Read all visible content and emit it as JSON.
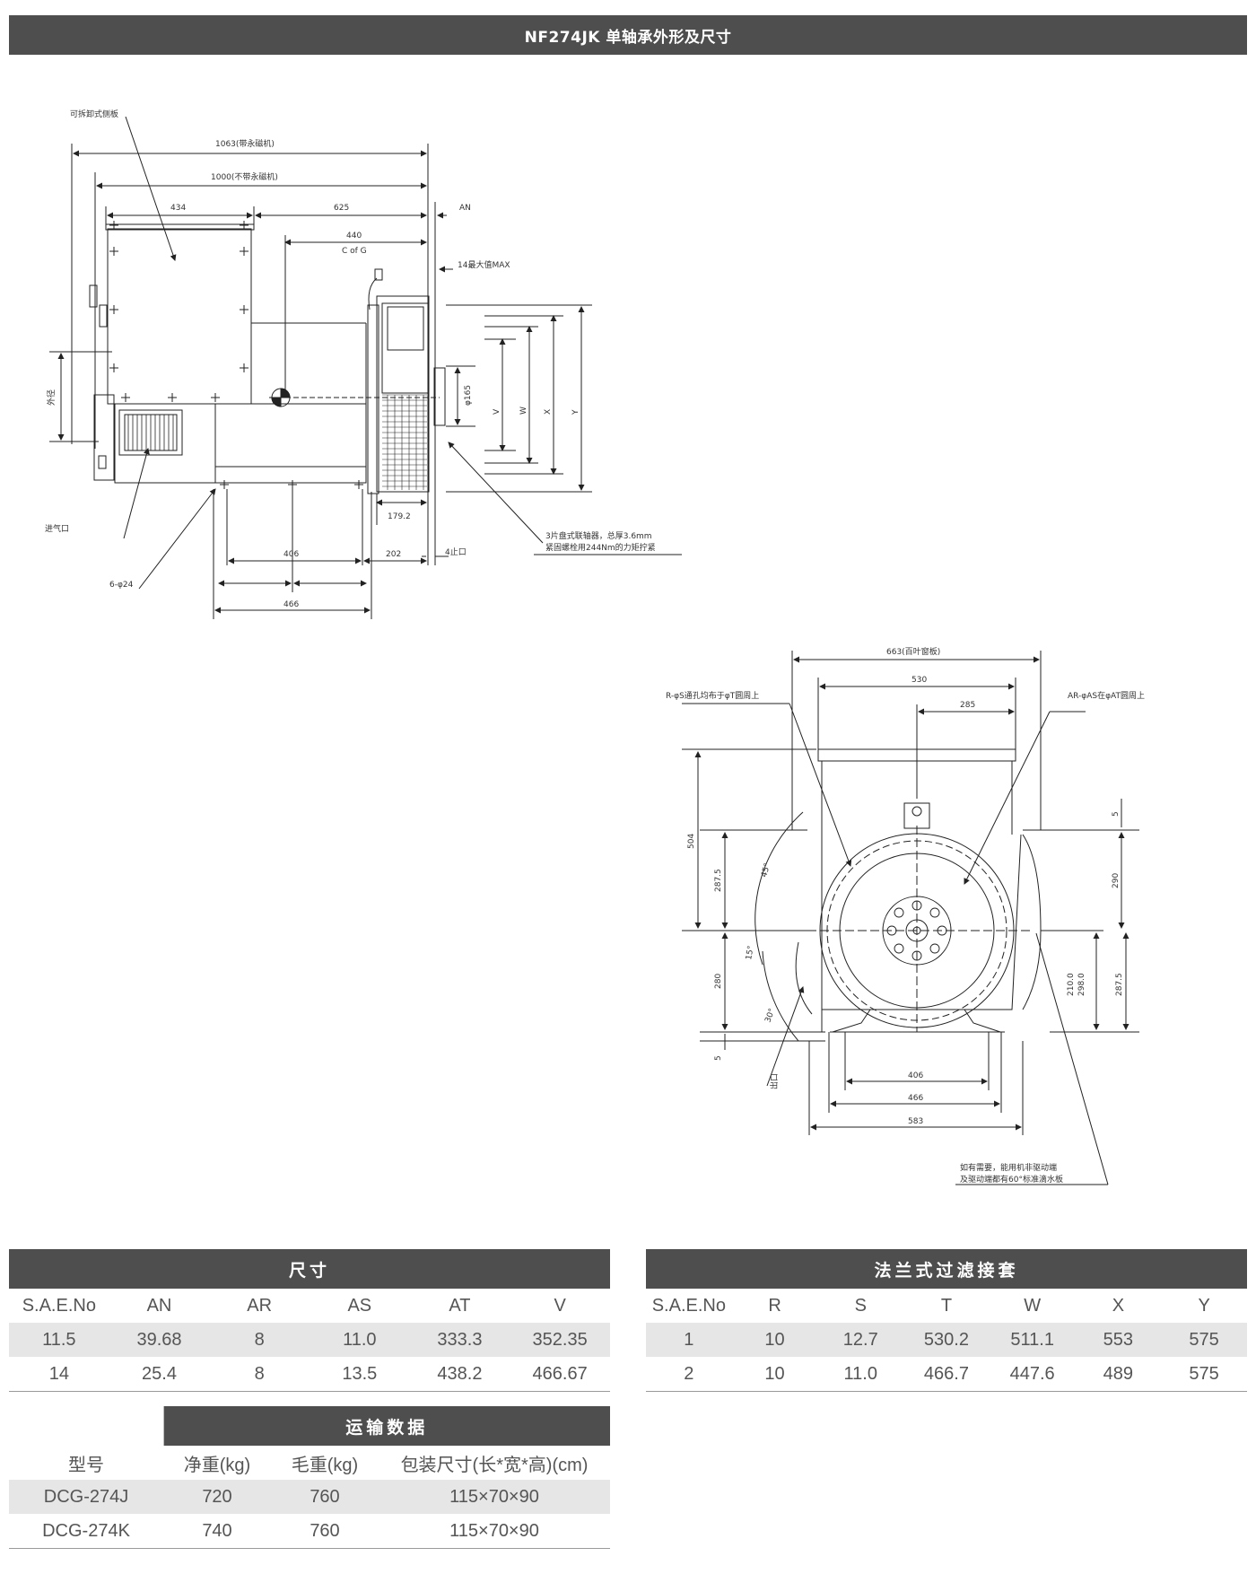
{
  "page_title": "NF274JK 单轴承外形及尺寸",
  "side_view": {
    "labels": {
      "removable_panel": "可拆卸式侧板",
      "len_1063": "1063(带永磁机)",
      "len_1000": "1000(不带永磁机)",
      "d434": "434",
      "d625": "625",
      "an": "AN",
      "d440": "440",
      "cofg": "C of G",
      "max14": "14最大值MAX",
      "phi165": "φ165",
      "v": "V",
      "w": "W",
      "x": "X",
      "y": "Y",
      "outlet_side": "外径",
      "air_inlet": "进气口",
      "d179": "179.2",
      "d406": "406",
      "d202": "202",
      "spigot": "4止口",
      "holes": "6-φ24",
      "d466": "466",
      "coupling_note_1": "3片盘式联轴器，总厚3.6mm",
      "coupling_note_2": "紧固螺栓用244Nm的力矩拧紧"
    }
  },
  "end_view": {
    "labels": {
      "d663": "663(百叶窗板)",
      "d530": "530",
      "d285": "285",
      "r_s_note": "R-φS通孔均布于φT圆周上",
      "ar_note": "AR-φAS在φAT圆周上",
      "d504": "504",
      "d287_l": "287.5",
      "ang45": "45°",
      "ang15": "15°",
      "ang30": "30°",
      "d280_l": "280",
      "d5_l": "5",
      "d5_r": "5",
      "d290": "290",
      "d210": "210.0",
      "d298": "298.0",
      "d287_r": "287.5",
      "outlet": "出口",
      "b406": "406",
      "b466": "466",
      "b583": "583",
      "drip_note_1": "如有需要，能用机非驱动端",
      "drip_note_2": "及驱动端都有60°标准滴水板"
    }
  },
  "dimensions_table": {
    "title": "尺寸",
    "headers": [
      "S.A.E.No",
      "AN",
      "AR",
      "AS",
      "AT",
      "V"
    ],
    "rows": [
      [
        "11.5",
        "39.68",
        "8",
        "11.0",
        "333.3",
        "352.35"
      ],
      [
        "14",
        "25.4",
        "8",
        "13.5",
        "438.2",
        "466.67"
      ]
    ]
  },
  "flange_table": {
    "title": "法兰式过滤接套",
    "headers": [
      "S.A.E.No",
      "R",
      "S",
      "T",
      "W",
      "X",
      "Y"
    ],
    "rows": [
      [
        "1",
        "10",
        "12.7",
        "530.2",
        "511.1",
        "553",
        "575"
      ],
      [
        "2",
        "10",
        "11.0",
        "466.7",
        "447.6",
        "489",
        "575"
      ]
    ]
  },
  "transport_table": {
    "title": "运输数据",
    "headers": [
      "型号",
      "净重(kg)",
      "毛重(kg)",
      "包装尺寸(长*宽*高)(cm)"
    ],
    "rows": [
      [
        "DCG-274J",
        "720",
        "760",
        "115×70×90"
      ],
      [
        "DCG-274K",
        "740",
        "760",
        "115×70×90"
      ]
    ]
  }
}
